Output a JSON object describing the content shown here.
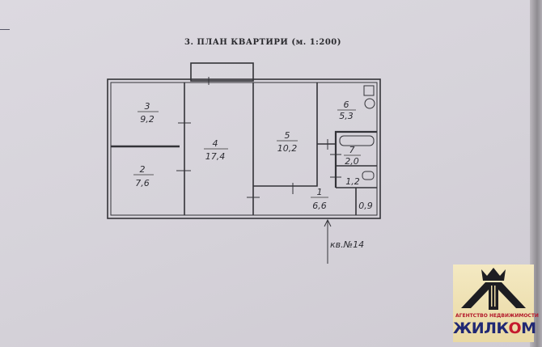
{
  "title": "3. ПЛАН КВАРТИРИ (м. 1:200)",
  "rooms": [
    {
      "number": "1",
      "area": "6,6"
    },
    {
      "number": "2",
      "area": "7,6"
    },
    {
      "number": "3",
      "area": "9,2"
    },
    {
      "number": "4",
      "area": "17,4"
    },
    {
      "number": "5",
      "area": "10,2"
    },
    {
      "number": "6",
      "area": "5,3"
    },
    {
      "number": "7",
      "area": "2,0"
    },
    {
      "number": "",
      "area": "1,2"
    },
    {
      "number": "",
      "area": "0,9"
    }
  ],
  "entrance_label": "кв.№14",
  "logo": {
    "subtitle": "АГЕНТСТВО НЕДВИЖИМОСТИ",
    "name_a": "ЖИЛК",
    "name_b": "О",
    "name_c": "М"
  }
}
